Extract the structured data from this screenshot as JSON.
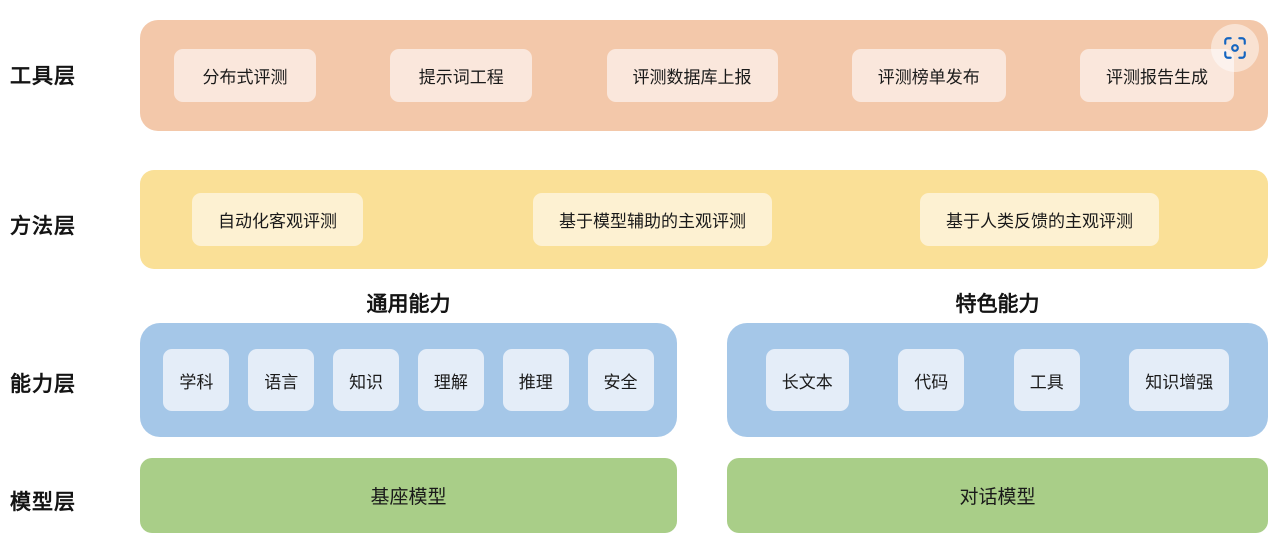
{
  "diagram": {
    "rows": [
      {
        "key": "tool",
        "label": "工具层",
        "band_color": "#f3c8aa",
        "chip_color": "#fae7dc",
        "chips": [
          "分布式评测",
          "提示词工程",
          "评测数据库上报",
          "评测榜单发布",
          "评测报告生成"
        ]
      },
      {
        "key": "method",
        "label": "方法层",
        "band_color": "#fae097",
        "chip_color": "#fdf1d2",
        "chips": [
          "自动化客观评测",
          "基于模型辅助的主观评测",
          "基于人类反馈的主观评测"
        ]
      },
      {
        "key": "capability",
        "label": "能力层",
        "band_color": "#a5c7e8",
        "chip_color": "#e4edf8",
        "groups": [
          {
            "header": "通用能力",
            "chips": [
              "学科",
              "语言",
              "知识",
              "理解",
              "推理",
              "安全"
            ]
          },
          {
            "header": "特色能力",
            "chips": [
              "长文本",
              "代码",
              "工具",
              "知识增强"
            ]
          }
        ]
      },
      {
        "key": "model",
        "label": "模型层",
        "band_color": "#a9ce88",
        "blocks": [
          "基座模型",
          "对话模型"
        ]
      }
    ],
    "overlay": {
      "scan_icon": "scan-focus-icon",
      "scan_icon_color": "#1565c0"
    }
  }
}
